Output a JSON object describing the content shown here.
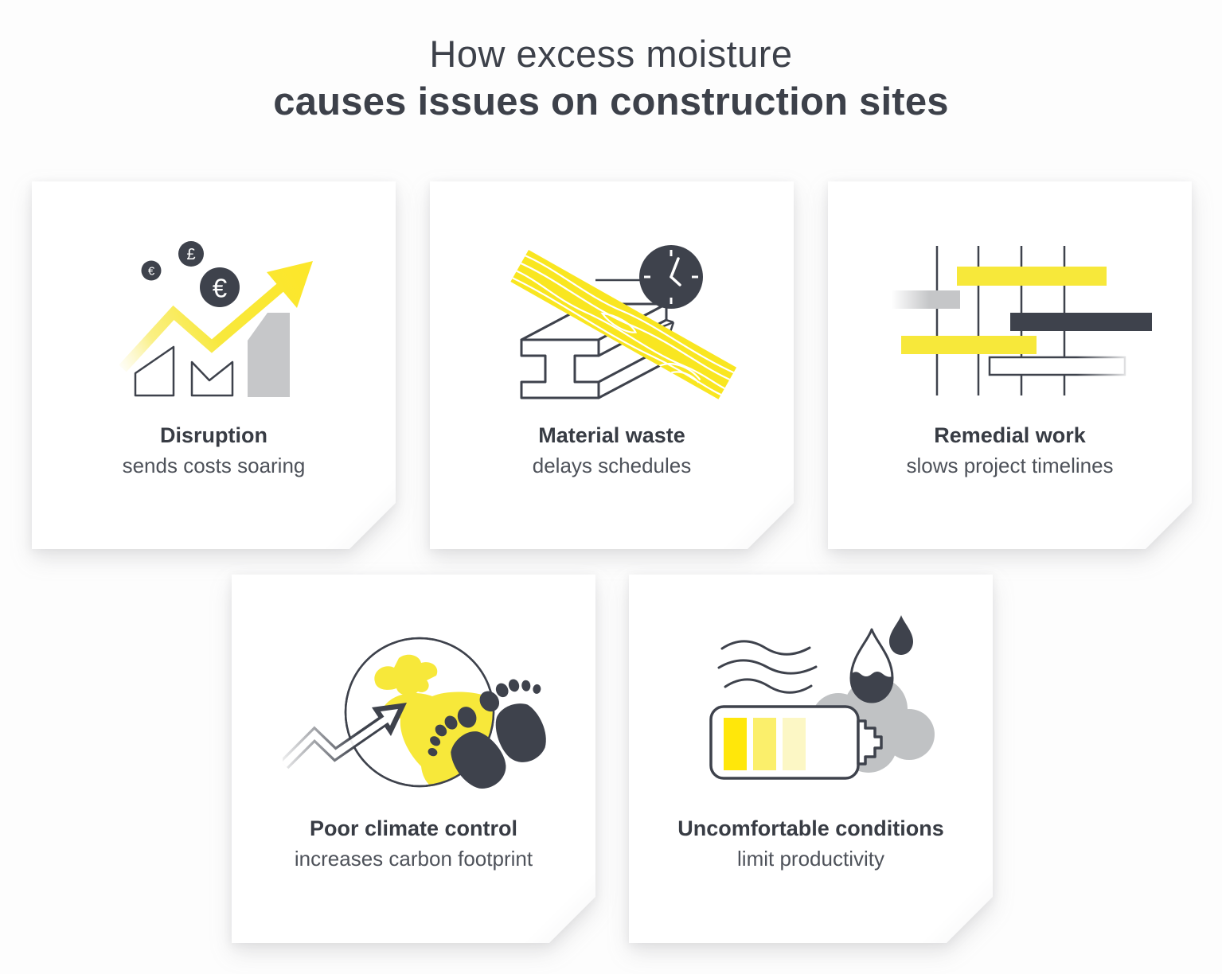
{
  "title": {
    "line1": "How excess moisture",
    "line2": "causes issues on construction sites"
  },
  "colors": {
    "yellow": "#F7E83A",
    "yellow_bright": "#FBE71C",
    "dark": "#3E424C",
    "gray": "#C5C6C8",
    "cloud_gray": "#C0C2C4",
    "title_text": "#3D414A",
    "card_title_text": "#383C44",
    "card_subtitle_text": "#4E525A"
  },
  "cards": [
    {
      "title": "Disruption",
      "subtitle": "sends costs soaring",
      "icon": "rising-costs-arrow-chart-icon",
      "coins": [
        "€",
        "£",
        "€"
      ]
    },
    {
      "title": "Material waste",
      "subtitle": "delays schedules",
      "icon": "wet-timber-beam-clock-icon"
    },
    {
      "title": "Remedial work",
      "subtitle": "slows project timelines",
      "icon": "gantt-schedule-icon"
    },
    {
      "title": "Poor climate control",
      "subtitle": "increases carbon footprint",
      "icon": "globe-carbon-footprint-icon"
    },
    {
      "title": "Uncomfortable conditions",
      "subtitle": "limit productivity",
      "icon": "low-battery-humid-air-icon"
    }
  ]
}
